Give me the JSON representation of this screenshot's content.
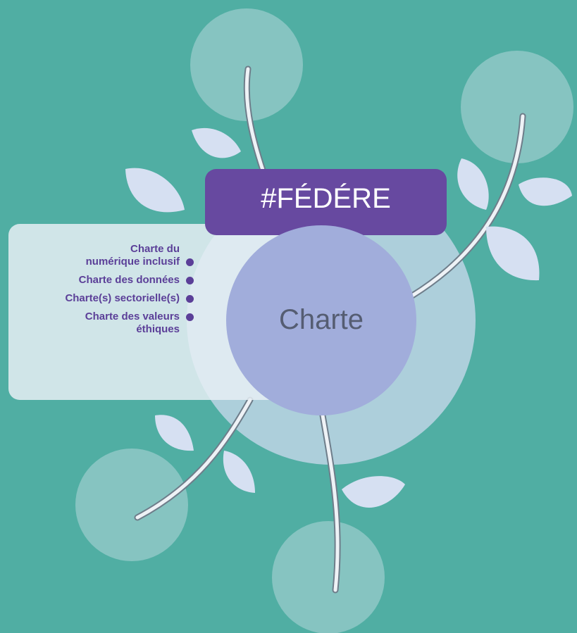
{
  "banner": {
    "title": "#FÉDÉRE"
  },
  "center": {
    "label": "Charte"
  },
  "list": {
    "items": [
      {
        "label": "Charte du\nnumérique inclusif"
      },
      {
        "label": "Charte des données"
      },
      {
        "label": "Charte(s) sectorielle(s)"
      },
      {
        "label": "Charte des valeurs\néthiques"
      }
    ]
  },
  "colors": {
    "background": "#50aea3",
    "banner": "#6749a0",
    "center_circle": "#a1addb",
    "accent_text": "#5b3f98",
    "leaf": "#d6e0f2"
  }
}
